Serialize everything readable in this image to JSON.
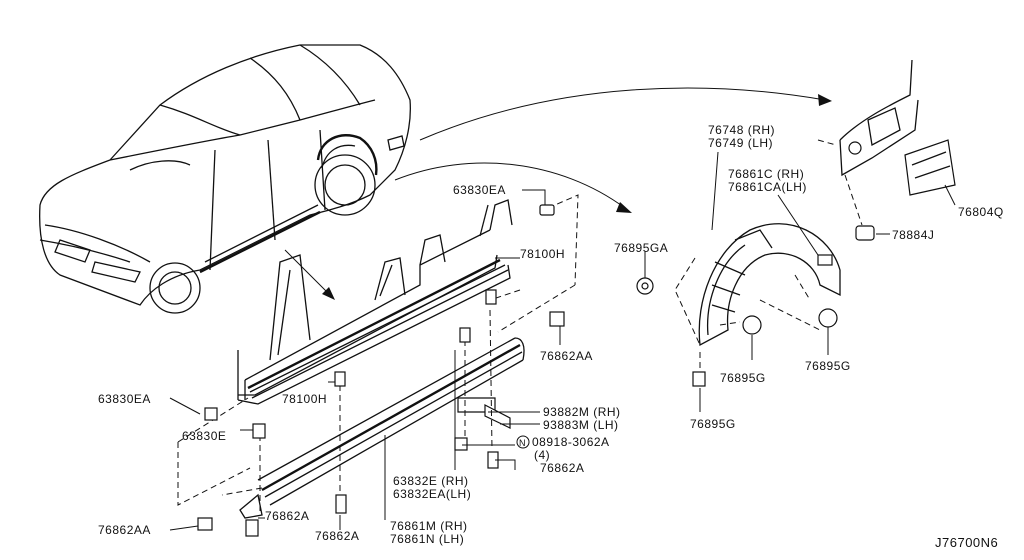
{
  "diagram": {
    "code": "J76700N6",
    "labels": {
      "p63830EA_top": "63830EA",
      "p78100H_top": "78100H",
      "p76862AA_right": "76862AA",
      "p63830EA_left": "63830EA",
      "p78100H_mid": "78100H",
      "p63830E": "63830E",
      "p93882M": "93882M (RH)",
      "p93883M": "93883M (LH)",
      "p08918": "08918-3062A",
      "p08918_qty": "(4)",
      "p76862A_right": "76862A",
      "p63832E": "63832E  (RH)",
      "p63832EA": "63832EA(LH)",
      "p76862A_mid": "76862A",
      "p76862A_bottom": "76862A",
      "p76862AA_left": "76862AA",
      "p76861M": "76861M (RH)",
      "p76861N": "76861N (LH)",
      "p76748": "76748 (RH)",
      "p76749": "76749 (LH)",
      "p76861C": "76861C (RH)",
      "p76861CA": "76861CA(LH)",
      "p76804Q": "76804Q",
      "p78884J": "78884J",
      "p76895GA": "76895GA",
      "p76895G_a": "76895G",
      "p76895G_b": "76895G",
      "p76895G_c": "76895G",
      "nut_symbol": "N"
    }
  }
}
